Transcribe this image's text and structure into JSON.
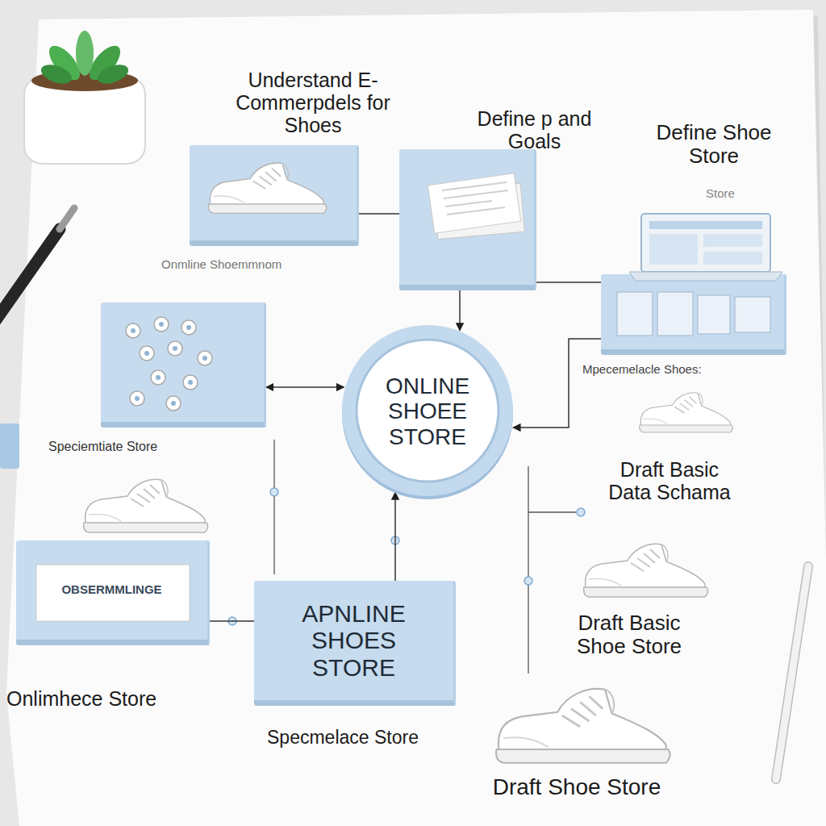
{
  "diagram": {
    "nodes": [
      {
        "text": [
          "Understand E-Commerpdels for Shoes"
        ]
      },
      {
        "text": [
          "Define p and Goals"
        ]
      },
      {
        "text": [
          "Define Shoe Store",
          "Store"
        ]
      },
      {
        "text": [
          "Onmline Shoemmnom"
        ]
      },
      {
        "text": [
          "ONLINE SHOEE STORE"
        ]
      },
      {
        "text": [
          "OBSERMMLINGE"
        ]
      },
      {
        "text": [
          "APNLINE SHOES STORE"
        ]
      }
    ],
    "edges": [
      {
        "from": 0,
        "to": 1,
        "arrow": "none"
      },
      {
        "from": 1,
        "to": 2,
        "arrow": "none"
      },
      {
        "from": 1,
        "to": 4,
        "arrow": "to"
      },
      {
        "from": 3,
        "to": 4,
        "arrow": "both"
      },
      {
        "from": 2,
        "to": 4,
        "arrow": "to"
      },
      {
        "from": 6,
        "to": 4,
        "arrow": "to"
      },
      {
        "from": 5,
        "to": 6,
        "arrow": "none"
      }
    ],
    "labels": [
      "Speciemtiate Store",
      "Mpecemelacle Shoes:",
      "Draft Basic Data Schama",
      "Draft Basic Shoe Store",
      "Onlimhece Store",
      "Specmelace Store",
      "Draft Shoe Store"
    ]
  }
}
